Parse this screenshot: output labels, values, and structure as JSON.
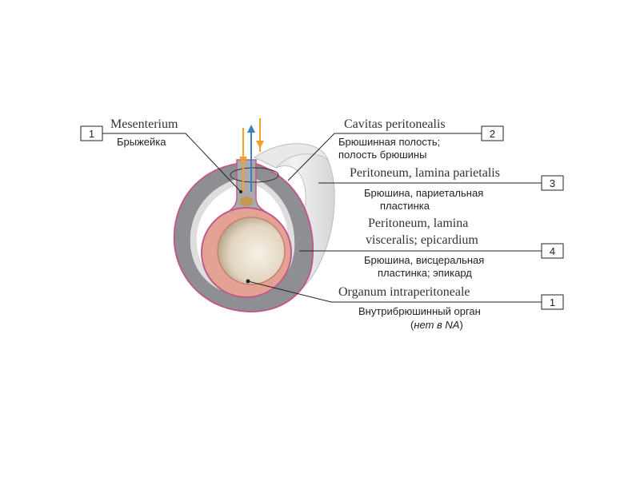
{
  "labels": [
    {
      "id": "mesenterium",
      "number": "1",
      "latin": [
        "Mesenterium"
      ],
      "russian": [
        "Брыжейка"
      ]
    },
    {
      "id": "cavitas",
      "number": "2",
      "latin": [
        "Cavitas peritonealis"
      ],
      "russian": [
        "Брюшинная полость;",
        "полость брюшины"
      ]
    },
    {
      "id": "parietalis",
      "number": "3",
      "latin": [
        "Peritoneum, lamina parietalis"
      ],
      "russian": [
        "Брюшина, париетальная",
        "пластинка"
      ]
    },
    {
      "id": "visceralis",
      "number": "4",
      "latin": [
        "Peritoneum, lamina",
        "visceralis; epicardium"
      ],
      "russian": [
        "Брюшина, висцеральная",
        "пластинка; эпикард"
      ]
    },
    {
      "id": "organum",
      "number": "1",
      "latin": [
        "Organum intraperitoneale"
      ],
      "russian": [
        "Внутрибрюшинный орган"
      ],
      "note_open": "(",
      "note": "нет в NA",
      "note_close": ")"
    }
  ],
  "colors": {
    "cavity_gray": "#8d8f92",
    "wall_light": "#dcdcdc",
    "membrane_pink": "#c05a8c",
    "organ_salmon": "#e3a294",
    "lumen_beige": "#efe7da",
    "artery_orange": "#f0a22a",
    "vein_blue": "#3f7fc1"
  }
}
